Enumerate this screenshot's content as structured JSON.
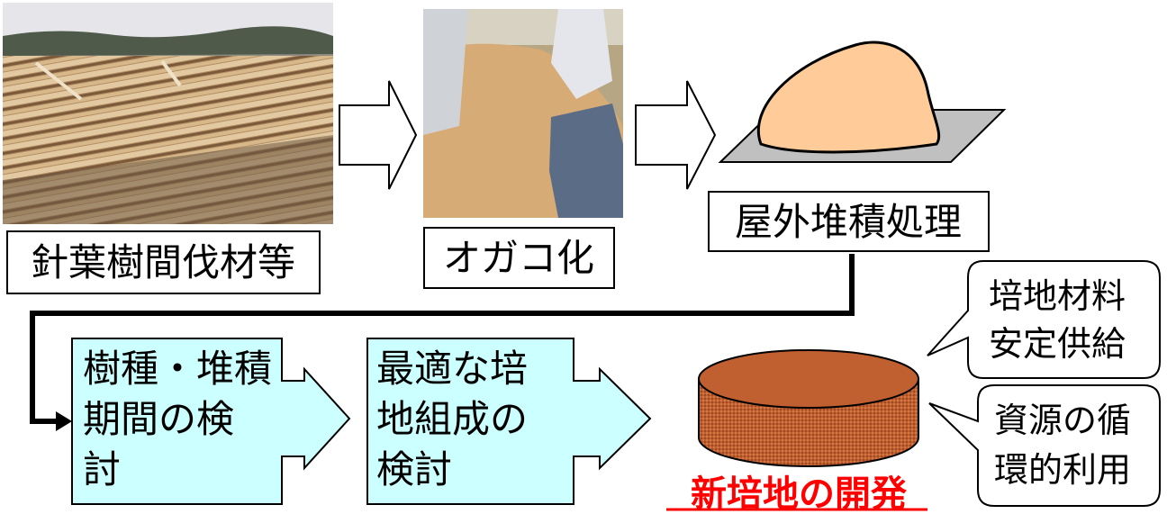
{
  "labels": {
    "logs": "針葉樹間伐材等",
    "sawdust": "オガコ化",
    "outdoor": "屋外堆積処理",
    "step1": [
      "樹種・堆積",
      "期間の検",
      "討"
    ],
    "step2": [
      "最適な培",
      "地組成の",
      "検討"
    ],
    "new_medium": "新培地の開発",
    "bubble1": [
      "培地材料",
      "安定供給"
    ],
    "bubble2": [
      "資源の循",
      "環的利用"
    ]
  },
  "colors": {
    "step_fill": "#ccffff",
    "new_medium_text": "#ff0000",
    "pile_fill": "#ffcc99",
    "tray_fill": "#c0c0c0",
    "cake_fill": "#c06030"
  }
}
